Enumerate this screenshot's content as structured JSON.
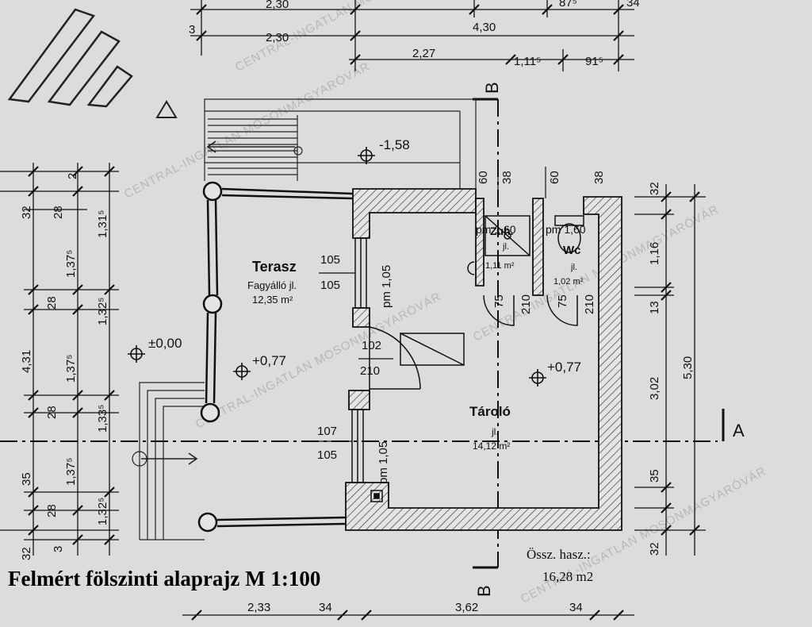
{
  "title": "Felmért fölszinti alaprajz M 1:100",
  "total_area": {
    "label": "Össz. hasz.:",
    "value": "16,28 m2"
  },
  "section_marks": {
    "a": "A",
    "b_top": "B",
    "b_bottom": "B"
  },
  "levels": {
    "top": "-1,58",
    "left": "±0,00",
    "terrace": "+0,77",
    "storage": "+0,77"
  },
  "rooms": {
    "terasz": {
      "name": "Terasz",
      "floor": "Fagyálló jl.",
      "area": "12,35 m²"
    },
    "taroló": {
      "name": "Tároló",
      "floor": "jl.",
      "area": "14,12 m²"
    },
    "zuhany": {
      "name": "Zuh.",
      "floor": "jl.",
      "area": "1,11 m²",
      "height": "pm 1,60"
    },
    "wc": {
      "name": "Wc",
      "floor": "jl.",
      "area": "1,02 m²",
      "height": "pm 1,60"
    }
  },
  "openings": {
    "win_upper_w": "105",
    "win_upper_h": "105",
    "win_upper_pm": "pm 1,05",
    "door_w": "102",
    "door_h": "210",
    "win_lower_w": "107",
    "win_lower_h": "105",
    "win_lower_pm": "pm 1,05",
    "door_zuh_w": "75",
    "door_zuh_h": "210",
    "door_wc_w": "75",
    "door_wc_h": "210",
    "top_d1": "60",
    "top_d2": "38",
    "top_d3": "60",
    "top_d4": "38"
  },
  "dims_top": {
    "row1": [
      "2,30",
      "87⁵",
      "34"
    ],
    "row2": [
      "3",
      "2,30",
      "4,30"
    ],
    "row3": [
      "2,27",
      "1,11⁵",
      "91⁵"
    ]
  },
  "dims_bottom": [
    "2,33",
    "34",
    "3,62",
    "34"
  ],
  "dims_left_outer": [
    "4,31"
  ],
  "dims_left_mid": [
    "32",
    "28",
    "28",
    "28",
    "35",
    "28",
    "32",
    "3"
  ],
  "dims_left_inner": [
    "2",
    "1,37⁵",
    "1,37⁵",
    "1,37⁵"
  ],
  "dims_left_in2": [
    "1,31⁵",
    "1,32⁵",
    "1,33⁵",
    "1,32⁵"
  ],
  "dims_right_inner": [
    "32",
    "1,16",
    "13",
    "3,02",
    "35",
    "32"
  ],
  "dims_right_outer": [
    "5,30"
  ],
  "watermark": "CENTRAL-INGATLAN MOSONMAGYARÓVÁR"
}
